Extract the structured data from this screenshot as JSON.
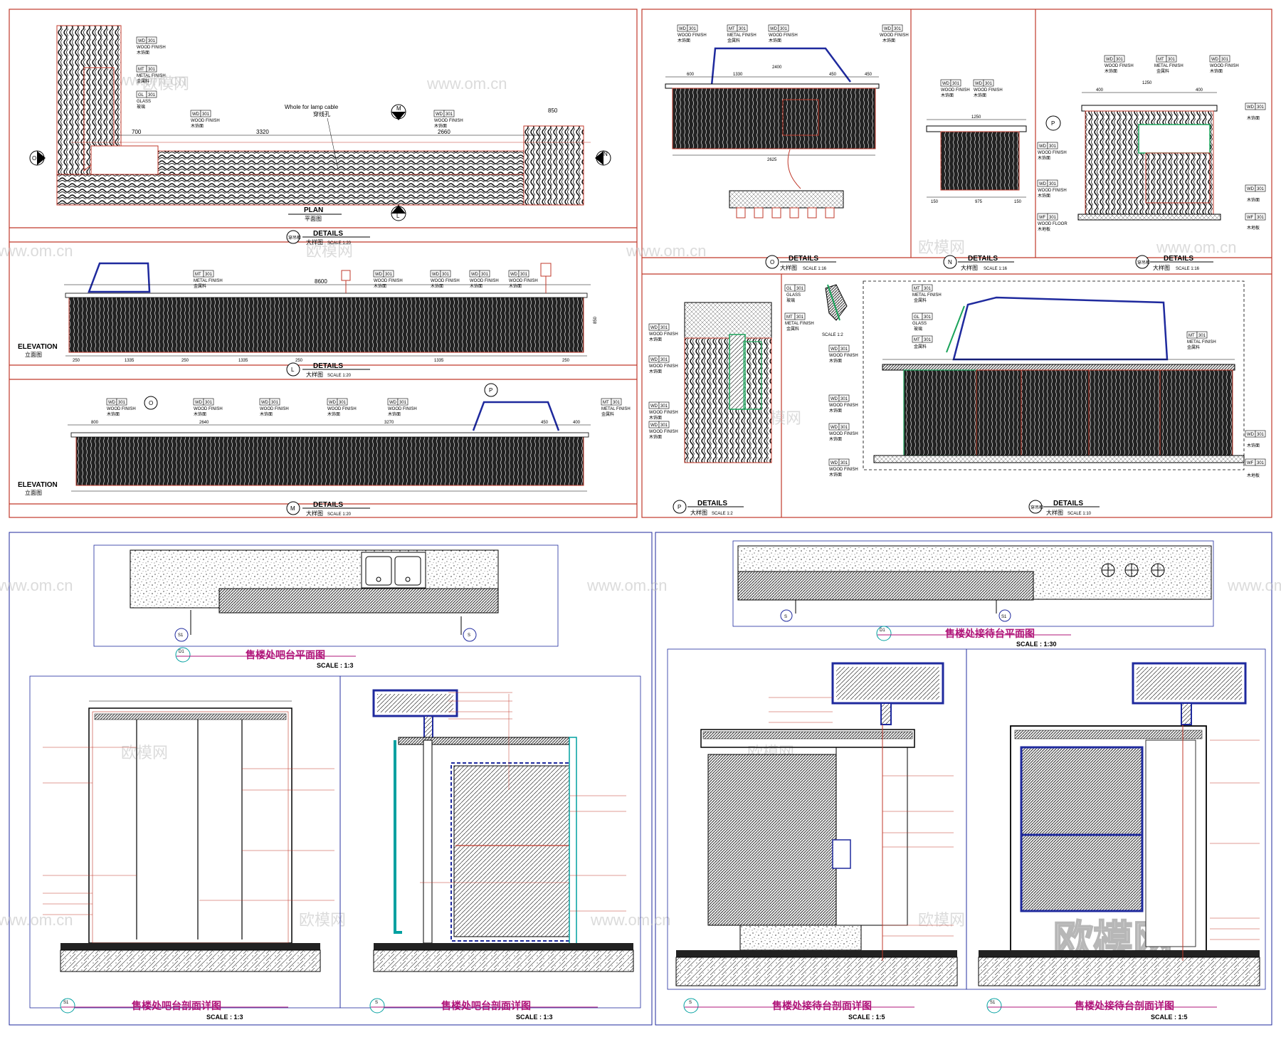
{
  "watermarks": {
    "site": "www.om.cn",
    "brand": "欧模网"
  },
  "tag": {
    "wd_code": "WD",
    "mt_code": "MT",
    "gl_code": "GL",
    "wf_code": "WF",
    "num": "301",
    "wood_en": "WOOD FINISH",
    "wood_cn": "木饰面",
    "metal_en": "METAL FINISH",
    "metal_cn": "金属料",
    "glass_en": "GLASS",
    "glass_cn": "玻璃",
    "floor_en": "WOOD FLOOR",
    "floor_cn": "木地板"
  },
  "plan": {
    "title_en": "PLAN",
    "title_cn": "平面图",
    "cable_note_en": "Whole for lamp cable",
    "cable_note_cn": "穿线孔",
    "dims": [
      "700",
      "3320",
      "2660",
      "850"
    ],
    "section_marks": [
      "M",
      "L",
      "O",
      "N"
    ]
  },
  "detail_titles": {
    "details": "DETAILS",
    "detail_cn": "大样图",
    "sheet_ref": "穿吊柜",
    "scale_20": "SCALE 1:20",
    "scale_16": "SCALE 1:16",
    "scale_2": "SCALE 1:2",
    "scale_10": "SCALE 1:10"
  },
  "elevation": {
    "label_en": "ELEVATION",
    "label_cn": "立面图",
    "dims_a": [
      "250",
      "1335",
      "250",
      "1335",
      "250",
      "1335",
      "250"
    ],
    "total_a": "8600",
    "dims_b": [
      "800",
      "2640",
      "3270",
      "450",
      "400"
    ],
    "height": "850"
  },
  "upper_right": {
    "dims_top": [
      "600",
      "1330",
      "2400",
      "450",
      "450"
    ],
    "total_w": "2625",
    "small_w": "1250",
    "small_base": [
      "150",
      "975",
      "150"
    ],
    "side_dims": [
      "400",
      "1250",
      "400"
    ]
  },
  "section_marks": {
    "o": "O",
    "p": "P",
    "m": "M",
    "l": "L",
    "n": "N"
  },
  "bar_panel": {
    "plan_caption": "售楼处吧台平面图",
    "plan_scale": "SCALE : 1:3",
    "plan_ref": "D1",
    "sec1_caption": "售楼处吧台剖面详图",
    "sec1_scale": "SCALE : 1:3",
    "sec1_ref": "S1",
    "sec2_caption": "售楼处吧台剖面详图",
    "sec2_scale": "SCALE : 1:3",
    "sec2_ref": "S"
  },
  "reception_panel": {
    "plan_caption": "售楼处接待台平面图",
    "plan_scale": "SCALE : 1:30",
    "plan_ref": "D1",
    "sec1_caption": "售楼处接待台剖面详图",
    "sec1_scale": "SCALE : 1:5",
    "sec1_ref": "S",
    "sec2_caption": "售楼处接待台剖面详图",
    "sec2_scale": "SCALE : 1:5",
    "sec2_ref": "S1"
  },
  "colors": {
    "border": "#c0392b",
    "hatch": "#1a1a1a",
    "metal": "#1f2a9e",
    "glass": "#1aa35a",
    "caption": "#b0157a",
    "teal": "#00a0a0"
  }
}
